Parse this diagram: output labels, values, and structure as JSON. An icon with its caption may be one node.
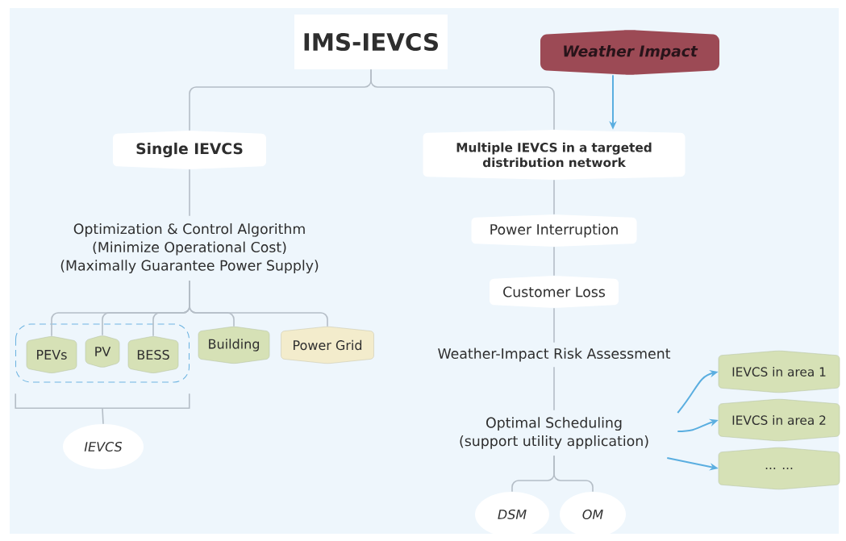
{
  "diagram": {
    "nodes": [
      {
        "text": [
          "IMS-IEVCS"
        ]
      },
      {
        "text": [
          "Weather Impact"
        ]
      },
      {
        "text": [
          "Single IEVCS"
        ]
      },
      {
        "text": [
          "Multiple IEVCS in a targeted distribution network"
        ]
      },
      {
        "text": [
          "Optimization & Control Algorithm",
          "(Minimize Operational Cost)",
          "(Maximally Guarantee Power Supply)"
        ]
      },
      {
        "text": [],
        "shape": "box"
      },
      {
        "text": [
          "PEVs"
        ],
        "in": 5
      },
      {
        "text": [
          "PV"
        ],
        "in": 5
      },
      {
        "text": [
          "BESS"
        ],
        "in": 5
      },
      {
        "text": [
          "Building"
        ]
      },
      {
        "text": [
          "Power Grid"
        ]
      },
      {
        "text": [
          "IEVCS"
        ]
      },
      {
        "text": [
          "Power Interruption"
        ]
      },
      {
        "text": [
          "Customer Loss"
        ]
      },
      {
        "text": [
          "Weather-Impact Risk Assessment"
        ]
      },
      {
        "text": [
          "Optimal Scheduling",
          "(support utility application)"
        ]
      },
      {
        "text": [
          "IEVCS in area 1"
        ]
      },
      {
        "text": [
          "IEVCS in area 2"
        ]
      },
      {
        "text": [
          "... ..."
        ]
      },
      {
        "text": [
          "DSM"
        ]
      },
      {
        "text": [
          "OM"
        ]
      }
    ],
    "edges": [
      {
        "from": 0,
        "to": 2,
        "arrow": "none"
      },
      {
        "from": 0,
        "to": 3,
        "arrow": "none"
      },
      {
        "from": 1,
        "to": 3,
        "arrow": "to",
        "color": "#5aaee0"
      },
      {
        "from": 2,
        "to": 4,
        "arrow": "none"
      },
      {
        "from": 4,
        "to": 6,
        "arrow": "none"
      },
      {
        "from": 4,
        "to": 7,
        "arrow": "none"
      },
      {
        "from": 4,
        "to": 8,
        "arrow": "none"
      },
      {
        "from": 4,
        "to": 9,
        "arrow": "none"
      },
      {
        "from": 4,
        "to": 10,
        "arrow": "none"
      },
      {
        "from": 5,
        "to": 11,
        "arrow": "none"
      },
      {
        "from": 3,
        "to": 12,
        "arrow": "none"
      },
      {
        "from": 12,
        "to": 13,
        "arrow": "none"
      },
      {
        "from": 13,
        "to": 14,
        "arrow": "none"
      },
      {
        "from": 14,
        "to": 15,
        "arrow": "none"
      },
      {
        "from": 15,
        "to": 16,
        "arrow": "to",
        "color": "#5aaee0"
      },
      {
        "from": 15,
        "to": 17,
        "arrow": "to",
        "color": "#5aaee0"
      },
      {
        "from": 15,
        "to": 18,
        "arrow": "to",
        "color": "#5aaee0"
      },
      {
        "from": 15,
        "to": 19,
        "arrow": "none"
      },
      {
        "from": 15,
        "to": 20,
        "arrow": "none"
      }
    ]
  }
}
